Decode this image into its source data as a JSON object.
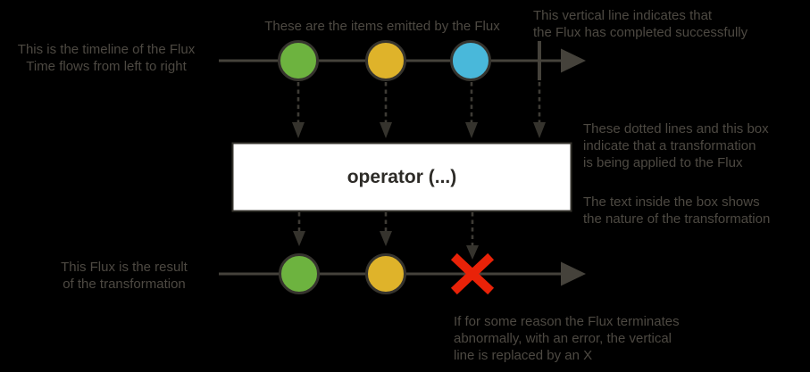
{
  "colors": {
    "background": "#000000",
    "annotation_text": "#4d4942",
    "line_grey": "#45423b",
    "circle_outline": "#36342e",
    "item_green": "#6db33f",
    "item_yellow": "#dfb32a",
    "item_blue": "#49b8da",
    "error_red": "#e92208",
    "operator_box_bg": "#ffffff",
    "operator_text": "#2d2b27"
  },
  "operator": {
    "label": "operator (...)"
  },
  "annotations": {
    "source_timeline": "This is the timeline of the Flux\nTime flows from left to right",
    "emitted_items": "These are the items emitted by the Flux",
    "complete_line": "This vertical line indicates that\nthe Flux has completed successfully",
    "transformation": "These dotted lines and this box\nindicate that a transformation\nis being applied to the Flux",
    "box_text": "The text inside the box shows\nthe nature of the transformation",
    "result_flux": "This Flux is the result\nof the transformation",
    "error": "If for some reason the Flux terminates\nabnormally, with an error, the vertical\nline is replaced by an X"
  }
}
